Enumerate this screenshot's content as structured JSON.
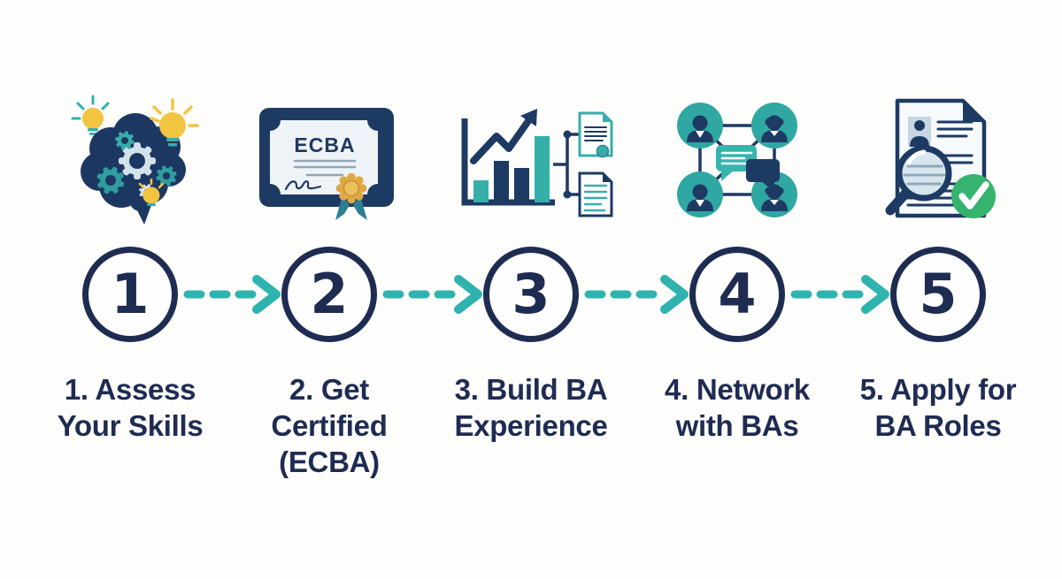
{
  "page": {
    "background": "#fdfdfb",
    "type": "process-infographic",
    "step_count": 5
  },
  "colors": {
    "navy_text": "#1f2b52",
    "navy_icon": "#1c3862",
    "teal_accent": "#2eb3af",
    "teal_icon": "#3aacac",
    "teal_dark": "#2c7f93",
    "light_blue": "#d3e2ea",
    "yellow": "#f3c440",
    "gold": "#dfa844",
    "green_check": "#36b36e",
    "paper": "#eef3f7"
  },
  "connector": {
    "style": "dashed-arrow",
    "color": "#2eb3af"
  },
  "steps": [
    {
      "number": "1",
      "label_lines": [
        "1. Assess",
        "Your Skills"
      ],
      "icon": "brain-gears-lightbulbs-icon"
    },
    {
      "number": "2",
      "label_lines": [
        "2. Get",
        "Certified",
        "(ECBA)"
      ],
      "icon": "ecba-certificate-icon",
      "certificate_title": "ECBA"
    },
    {
      "number": "3",
      "label_lines": [
        "3. Build BA",
        "Experience"
      ],
      "icon": "growth-chart-documents-icon"
    },
    {
      "number": "4",
      "label_lines": [
        "4. Network",
        "with BAs"
      ],
      "icon": "people-network-chat-icon"
    },
    {
      "number": "5",
      "label_lines": [
        "5. Apply for",
        "BA Roles"
      ],
      "icon": "resume-magnifier-check-icon"
    }
  ]
}
